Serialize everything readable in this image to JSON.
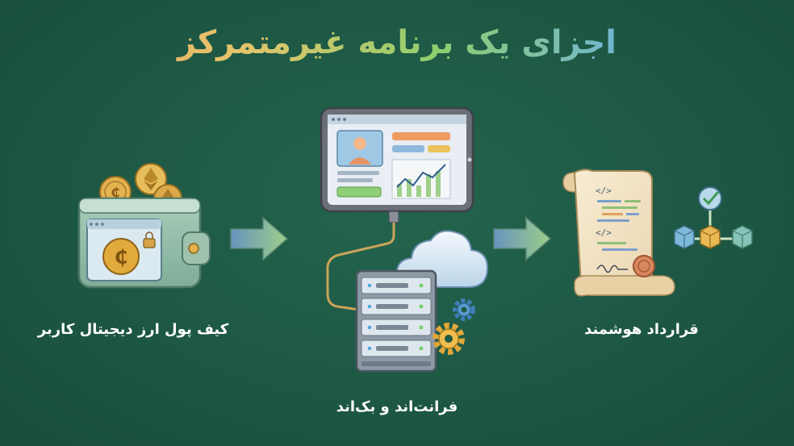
{
  "diagram": {
    "title": "اجزای یک برنامه غیرمتمرکز",
    "components": [
      {
        "id": "wallet",
        "label": "کیف پول ارز دیجیتال کاربر",
        "icon": "crypto-wallet-icon"
      },
      {
        "id": "frontback",
        "label": "فرانت‌اند و بک‌اند",
        "icon": "tablet-server-icon"
      },
      {
        "id": "contract",
        "label": "قرارداد هوشمند",
        "icon": "contract-scroll-icon"
      }
    ],
    "contract_code": {
      "tag_open": "</>",
      "tag_close": "</>"
    },
    "colors": {
      "background": "#1f5a46",
      "arrow": "#9bd19a",
      "label": "#ffffff"
    }
  }
}
